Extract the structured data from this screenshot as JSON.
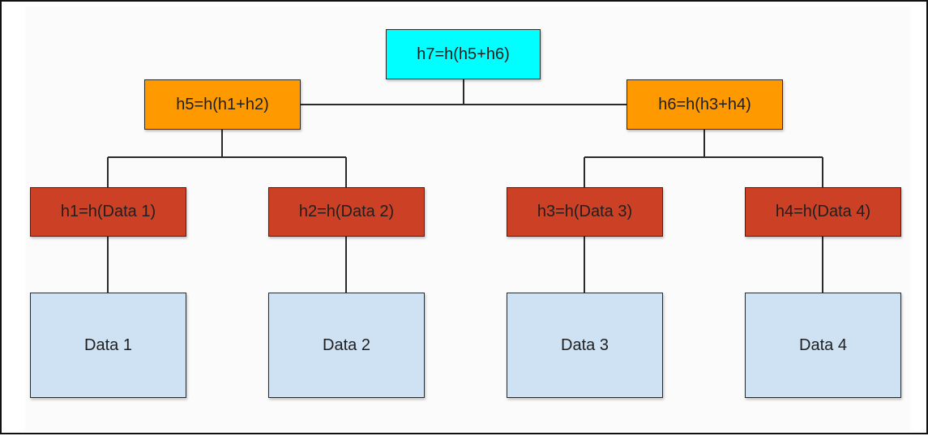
{
  "tree": {
    "root": {
      "label": "h7=h(h5+h6)",
      "color": "#00ffff"
    },
    "level1": [
      {
        "label": "h5=h(h1+h2)",
        "color": "#ff9900"
      },
      {
        "label": "h6=h(h3+h4)",
        "color": "#ff9900"
      }
    ],
    "level2": [
      {
        "label": "h1=h(Data 1)",
        "color": "#cc4125"
      },
      {
        "label": "h2=h(Data 2)",
        "color": "#cc4125"
      },
      {
        "label": "h3=h(Data 3)",
        "color": "#cc4125"
      },
      {
        "label": "h4=h(Data 4)",
        "color": "#cc4125"
      }
    ],
    "data_blocks": [
      {
        "label": "Data 1",
        "color": "#cfe2f3"
      },
      {
        "label": "Data 2",
        "color": "#cfe2f3"
      },
      {
        "label": "Data 3",
        "color": "#cfe2f3"
      },
      {
        "label": "Data 4",
        "color": "#cfe2f3"
      }
    ]
  }
}
